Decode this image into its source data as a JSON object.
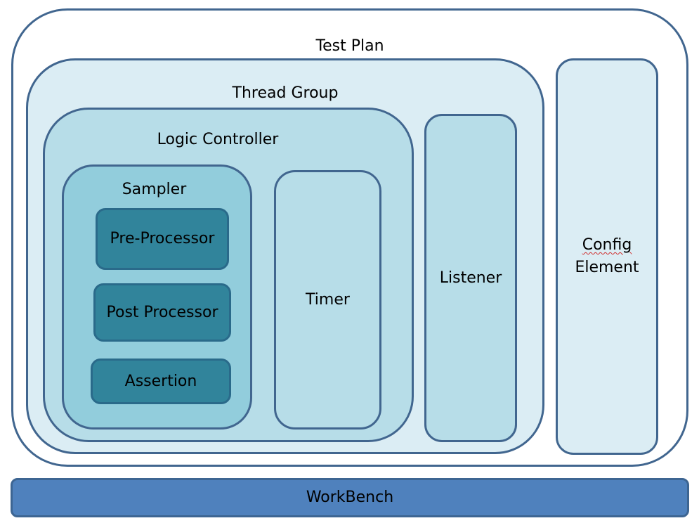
{
  "diagram": {
    "test_plan": "Test Plan",
    "thread_group": "Thread Group",
    "logic_controller": "Logic Controller",
    "sampler": "Sampler",
    "pre_processor": "Pre-Processor",
    "post_processor": "Post Processor",
    "assertion": "Assertion",
    "timer": "Timer",
    "listener": "Listener",
    "config_line1": "Config",
    "config_line2": "Element",
    "workbench": "WorkBench"
  },
  "colors": {
    "border": "#41668f",
    "thread_group_fill": "#dbedf4",
    "logic_fill": "#b7dde8",
    "sampler_fill": "#92cddc",
    "processor_fill": "#31849b",
    "workbench_fill": "#4f81bd"
  }
}
